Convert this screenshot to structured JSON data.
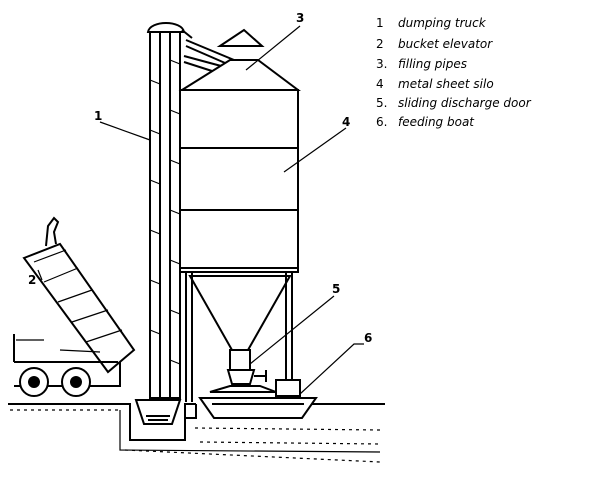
{
  "callouts": [
    "1",
    "2",
    "3",
    "4",
    "5",
    "6"
  ],
  "legend": [
    {
      "num": "1",
      "text": "dumping truck"
    },
    {
      "num": "2",
      "text": "bucket elevator"
    },
    {
      "num": "3.",
      "text": "filling pipes"
    },
    {
      "num": "4",
      "text": "metal sheet silo"
    },
    {
      "num": "5.",
      "text": "sliding discharge door"
    },
    {
      "num": "6.",
      "text": "feeding boat"
    }
  ]
}
